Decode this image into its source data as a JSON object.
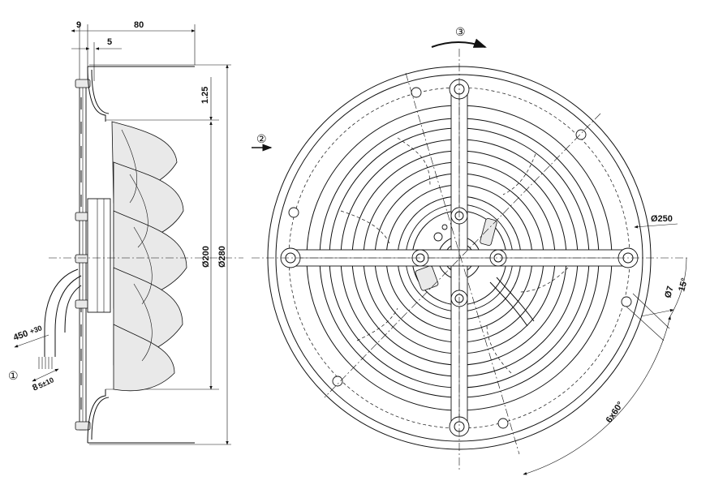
{
  "dimensions": {
    "d9": "9",
    "d80": "80",
    "d5": "5",
    "d125": "1.25",
    "d200": "Ø200",
    "d280": "Ø280",
    "d250": "Ø250",
    "d7": "Ø7",
    "d15": "15°",
    "d6x60": "6x60°",
    "d450": "450",
    "d450tol": "+30",
    "d85": "8",
    "d85tol": "5±10"
  },
  "callouts": {
    "c1": "①",
    "c2": "②",
    "c3": "③"
  }
}
